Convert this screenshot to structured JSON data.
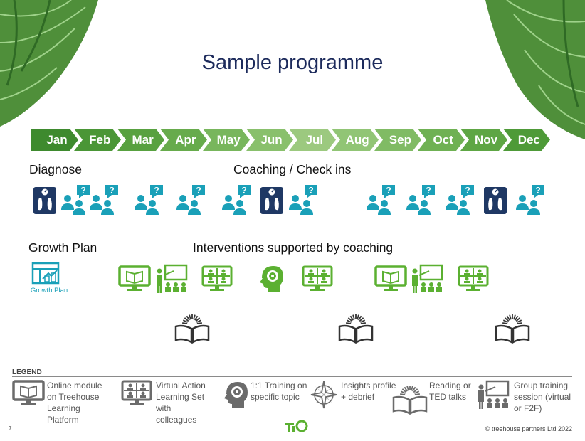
{
  "title": "Sample programme",
  "months": [
    "Jan",
    "Feb",
    "Mar",
    "Apr",
    "May",
    "Jun",
    "Jul",
    "Aug",
    "Sep",
    "Oct",
    "Nov",
    "Dec"
  ],
  "month_colors": [
    "#3e8a2e",
    "#4a9636",
    "#58a140",
    "#67ab4c",
    "#78b65c",
    "#89c06c",
    "#9cc97f",
    "#91c575",
    "#80bb64",
    "#6fb153",
    "#5ea644",
    "#4e9a38"
  ],
  "sections": {
    "diagnose": "Diagnose",
    "coaching": "Coaching / Check ins",
    "growth_plan": "Growth Plan",
    "interventions": "Interventions supported by coaching"
  },
  "growth_plan_icon_label": "Growth Plan",
  "legend": {
    "title": "LEGEND",
    "items": [
      {
        "name": "online-module",
        "text": "Online module on Treehouse Learning Platform"
      },
      {
        "name": "virtual-action-learning",
        "text": "Virtual Action Learning Set with colleagues"
      },
      {
        "name": "one-to-one-training",
        "text": "1:1 Training on specific topic"
      },
      {
        "name": "insights-profile",
        "text": "Insights profile + debrief"
      },
      {
        "name": "reading",
        "text": "Reading or TED talks"
      },
      {
        "name": "group-training",
        "text": "Group training session (virtual or F2F)"
      }
    ]
  },
  "page_number": "7",
  "copyright": "© treehouse partners Ltd 2022",
  "colors": {
    "green": "#5bb031",
    "teal": "#1aa0b8",
    "navy": "#1f3864",
    "dark": "#333333"
  }
}
